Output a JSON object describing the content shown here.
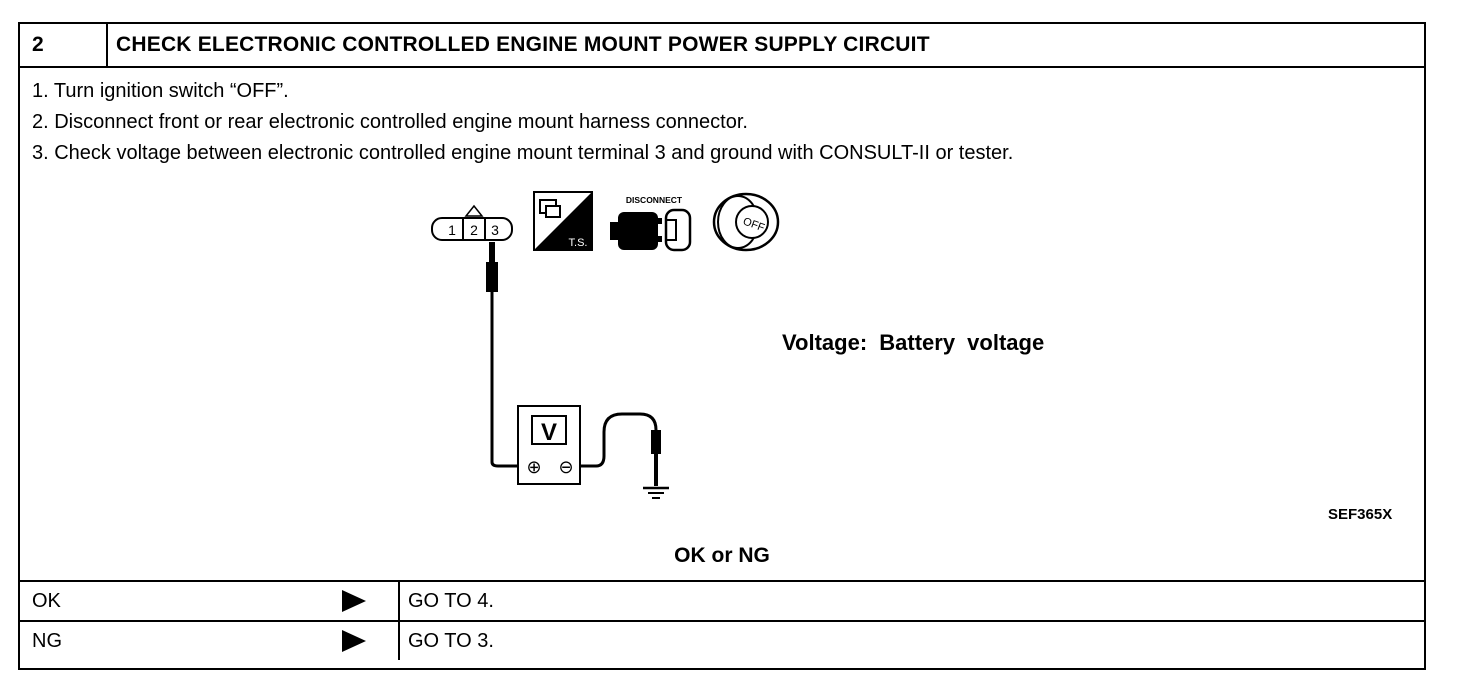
{
  "header": {
    "step_number": "2",
    "title": "CHECK ELECTRONIC CONTROLLED ENGINE MOUNT POWER SUPPLY CIRCUIT"
  },
  "steps": [
    "1.  Turn ignition switch “OFF”.",
    "2.  Disconnect front or rear electronic controlled engine mount harness connector.",
    "3.  Check voltage between electronic controlled engine mount terminal 3 and ground with CONSULT-II or tester."
  ],
  "diagram": {
    "connector_terminals": [
      "1",
      "2",
      "3"
    ],
    "ts_icon_label": "T.S.",
    "disconnect_icon_label": "DISCONNECT",
    "ignition_icon_label": "OFF",
    "meter_label": "V",
    "plus_symbol": "⊕",
    "minus_symbol": "⊖"
  },
  "specification": "Voltage:  Battery  voltage",
  "figure_id": "SEF365X",
  "decision_prompt": "OK or NG",
  "outcomes": [
    {
      "label": "OK",
      "action": "GO TO 4."
    },
    {
      "label": "NG",
      "action": "GO TO 3."
    }
  ]
}
